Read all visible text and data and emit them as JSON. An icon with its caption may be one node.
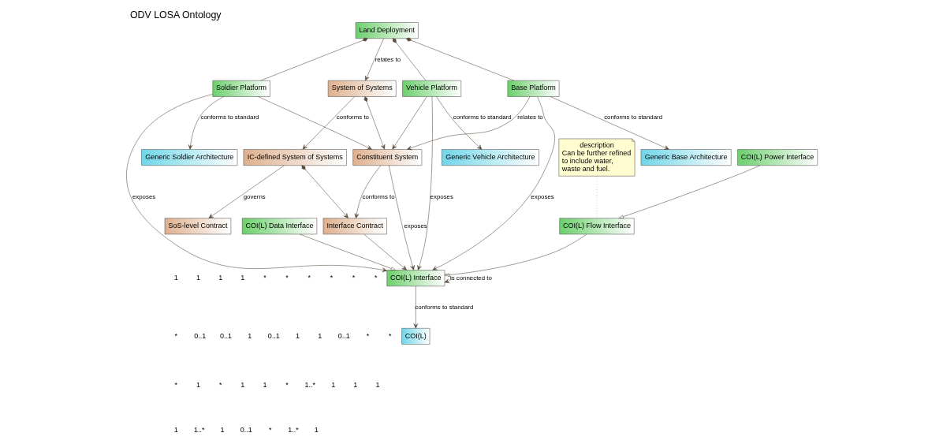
{
  "diagram": {
    "title": "ODV LOSA Ontology",
    "nodes": [
      {
        "text": [
          "Generic Base Architecture"
        ]
      },
      {
        "text": [
          "Generic Vehicle Architecture"
        ]
      },
      {
        "text": [
          "Generic Soldier Architecture"
        ]
      },
      {
        "text": [
          "COI(L)"
        ]
      },
      {
        "text": [
          "Land Deployment"
        ]
      },
      {
        "text": [
          "Base Platform"
        ]
      },
      {
        "text": [
          "Vehicle Platform"
        ]
      },
      {
        "text": [
          "Soldier Platform"
        ]
      },
      {
        "text": [
          "COI(L) Interface"
        ]
      },
      {
        "text": [
          "COI(L) Data Interface"
        ]
      },
      {
        "text": [
          "COI(L) Flow Interface"
        ]
      },
      {
        "text": [
          "COI(L) Power Interface"
        ]
      },
      {
        "text": [
          "System of Systems"
        ]
      },
      {
        "text": [
          "Constituent System"
        ]
      },
      {
        "text": [
          "SoS-level Contract"
        ]
      },
      {
        "text": [
          "IC-defined System of Systems"
        ]
      },
      {
        "text": [
          "Interface Contract"
        ]
      },
      {
        "text": [
          "description",
          "Can be further refined to include water, waste and fuel."
        ]
      }
    ],
    "edges": [
      {
        "from": 5,
        "to": 0,
        "arrow": "to",
        "label": "conforms to standard"
      },
      {
        "from": 6,
        "to": 1,
        "arrow": "to",
        "label": "conforms to standard"
      },
      {
        "from": 7,
        "to": 2,
        "arrow": "to",
        "label": "conforms to standard"
      },
      {
        "from": 8,
        "to": 3,
        "arrow": "to",
        "label": "conforms to standard"
      },
      {
        "from": 4,
        "to": 5,
        "arrow": "other"
      },
      {
        "from": 4,
        "to": 6,
        "arrow": "other"
      },
      {
        "from": 4,
        "to": 7,
        "arrow": "other"
      },
      {
        "from": 5,
        "to": 8,
        "arrow": "to",
        "label": "exposes"
      },
      {
        "from": 6,
        "to": 8,
        "arrow": "to",
        "label": "exposes"
      },
      {
        "from": 7,
        "to": 8,
        "arrow": "to",
        "label": "exposes"
      },
      {
        "from": 5,
        "to": 13,
        "arrow": "to",
        "label": "relates to"
      },
      {
        "from": 6,
        "to": 13,
        "arrow": "to"
      },
      {
        "from": 7,
        "to": 13,
        "arrow": "to"
      },
      {
        "from": 4,
        "to": 12,
        "arrow": "to",
        "label": "relates to"
      },
      {
        "from": 8,
        "to": 8,
        "arrow": "to",
        "label": "is connected to"
      },
      {
        "from": 9,
        "to": 8,
        "arrow": "to"
      },
      {
        "from": 10,
        "to": 8,
        "arrow": "to"
      },
      {
        "from": 11,
        "to": 10,
        "arrow": "to"
      },
      {
        "from": 12,
        "to": 13,
        "arrow": "to"
      },
      {
        "from": 12,
        "to": 15,
        "arrow": "to",
        "label": "conforms to"
      },
      {
        "from": 13,
        "to": 16,
        "arrow": "to",
        "label": "conforms to"
      },
      {
        "from": 15,
        "to": 14,
        "arrow": "to",
        "label": "governs"
      },
      {
        "from": 15,
        "to": 16,
        "arrow": "to"
      },
      {
        "from": 13,
        "to": 8,
        "arrow": "to",
        "label": "exposes"
      },
      {
        "from": 16,
        "to": 8,
        "arrow": "to"
      },
      {
        "from": 17,
        "to": 10,
        "arrow": "none",
        "style": "dashed"
      }
    ],
    "labels": [
      "1",
      "1",
      "1",
      "1",
      "*",
      "*",
      "*",
      "*",
      "*",
      "*",
      "*",
      "0..1",
      "0..1",
      "1",
      "0..1",
      "1",
      "1",
      "0..1",
      "*",
      "*",
      "*",
      "1",
      "*",
      "1",
      "1",
      "*",
      "1..*",
      "1",
      "1",
      "1",
      "1",
      "1..*",
      "1",
      "0..1",
      "*",
      "1..*",
      "1"
    ]
  }
}
